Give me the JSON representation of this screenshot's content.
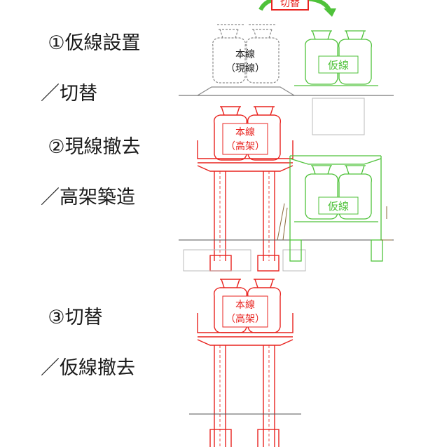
{
  "steps": [
    {
      "number": "①",
      "title": "仮線設置",
      "subtitle": "／切替"
    },
    {
      "number": "②",
      "title": "現線撤去",
      "subtitle": "／高架築造"
    },
    {
      "number": "③",
      "title": "切替",
      "subtitle": "／仮線撤去"
    }
  ],
  "labels": {
    "switch": "切替",
    "main_line": "本線",
    "current_line": "（現線）",
    "elevated": "（高架）",
    "temp_line": "仮線"
  },
  "colors": {
    "red": "#e8231f",
    "green": "#4fc23a",
    "gray": "#8a8a8a",
    "dark": "#1a1a1a"
  }
}
